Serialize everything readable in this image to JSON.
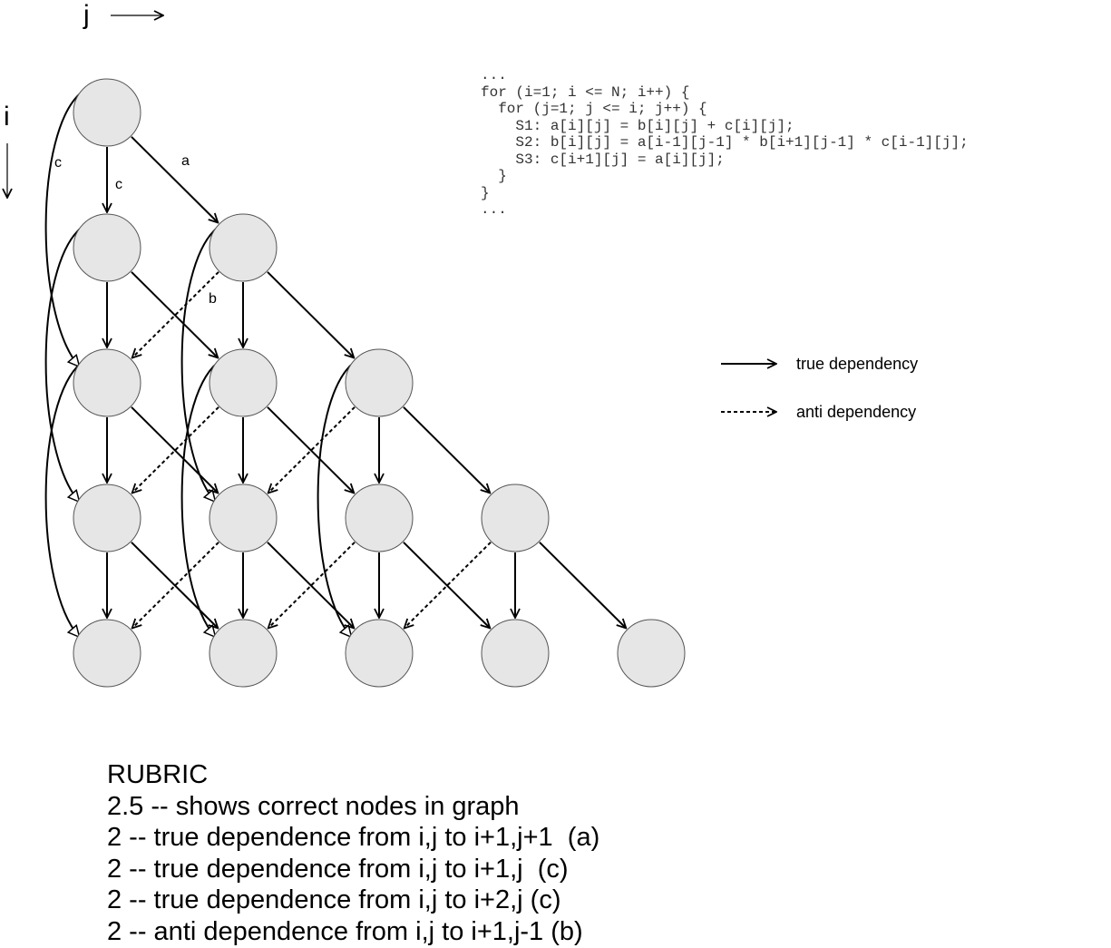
{
  "axes": {
    "j_label": "j",
    "i_label": "i"
  },
  "graph": {
    "rows": 5,
    "edge_labels": {
      "a": "a",
      "b": "b",
      "c_vertical": "c",
      "c_skip": "c"
    }
  },
  "legend": {
    "true_dependency": "true dependency",
    "anti_dependency": "anti dependency"
  },
  "code": {
    "lines": [
      "...",
      "for (i=1; i <= N; i++) {",
      "  for (j=1; j <= i; j++) {",
      "    S1: a[i][j] = b[i][j] + c[i][j];",
      "    S2: b[i][j] = a[i-1][j-1] * b[i+1][j-1] * c[i-1][j];",
      "    S3: c[i+1][j] = a[i][j];",
      "  }",
      "}",
      "..."
    ]
  },
  "rubric": {
    "title": "RUBRIC",
    "items": [
      "2.5 -- shows correct nodes in graph",
      "2 -- true dependence from i,j to i+1,j+1  (a)",
      "2 -- true dependence from i,j to i+1,j  (c)",
      "2 -- true dependence from i,j to i+2,j (c)",
      "2 -- anti dependence from i,j to i+1,j-1 (b)"
    ]
  }
}
